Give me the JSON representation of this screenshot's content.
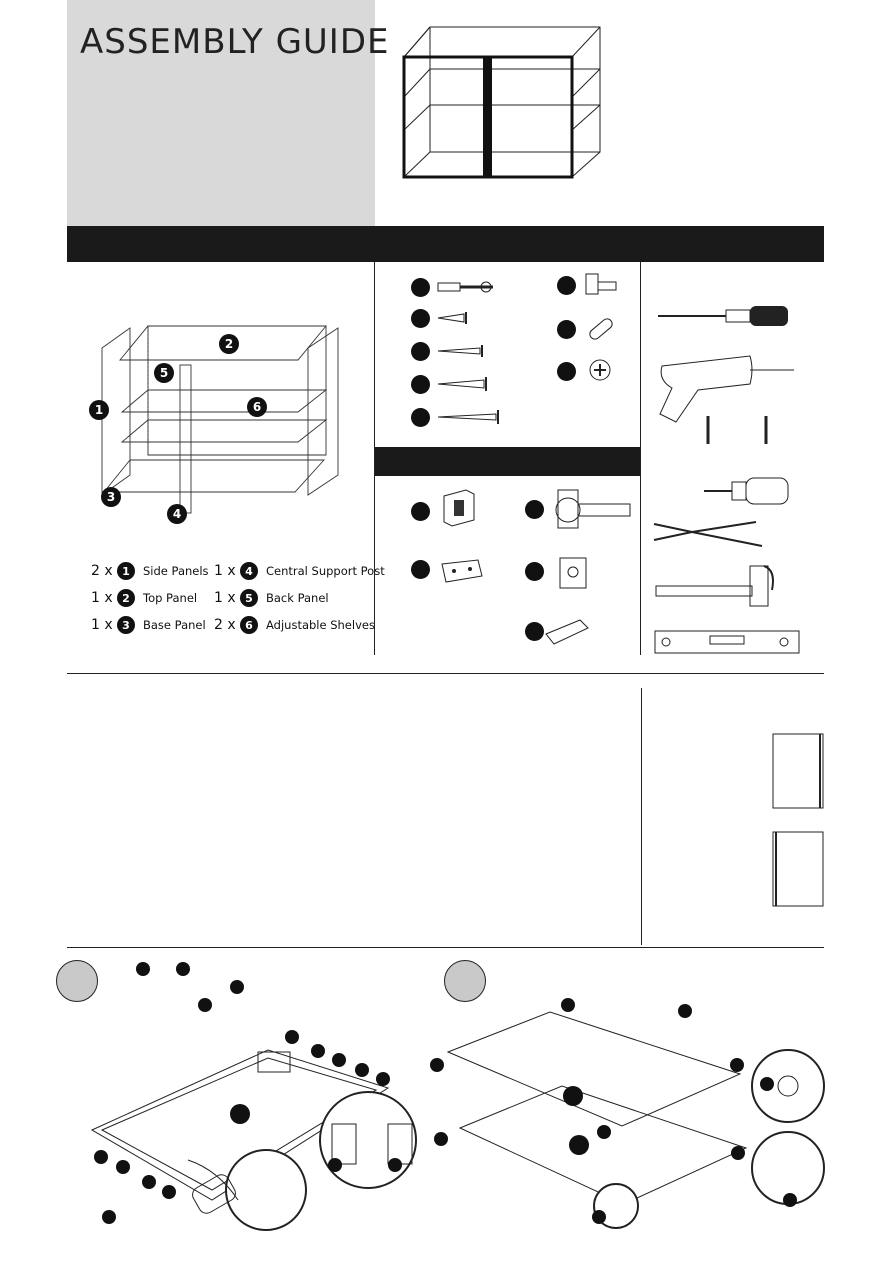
{
  "header": {
    "title": "ASSEMBLY GUIDE"
  },
  "parts_list": [
    {
      "qty": "2 x",
      "num": "1",
      "name": "Side Panels"
    },
    {
      "qty": "1 x",
      "num": "2",
      "name": "Top Panel"
    },
    {
      "qty": "1 x",
      "num": "3",
      "name": "Base Panel"
    },
    {
      "qty": "1 x",
      "num": "4",
      "name": "Central Support Post"
    },
    {
      "qty": "1 x",
      "num": "5",
      "name": "Back Panel"
    },
    {
      "qty": "2 x",
      "num": "6",
      "name": "Adjustable Shelves"
    }
  ],
  "diagram_labels": [
    "1",
    "2",
    "3",
    "4",
    "5",
    "6"
  ],
  "icons": {
    "tools": [
      "screwdriver-icon",
      "drill-icon",
      "glue-bottle-icon",
      "pliers-icon",
      "hammer-icon",
      "spirit-level-icon"
    ],
    "fittings": [
      "cam-bolt-icon",
      "short-screw-icon",
      "medium-screw-icon",
      "long-screw-icon",
      "longest-screw-icon",
      "shelf-pin-icon",
      "dowel-icon",
      "cam-lock-icon"
    ],
    "hardware": [
      "hinge-plate-icon",
      "concealed-hinge-icon",
      "flat-hinge-icon",
      "mounting-plate-icon",
      "handle-icon"
    ]
  },
  "colors": {
    "bar": "#1a1a1a",
    "title_block": "#d9d9d9",
    "step_circle": "#c9c9c9"
  }
}
